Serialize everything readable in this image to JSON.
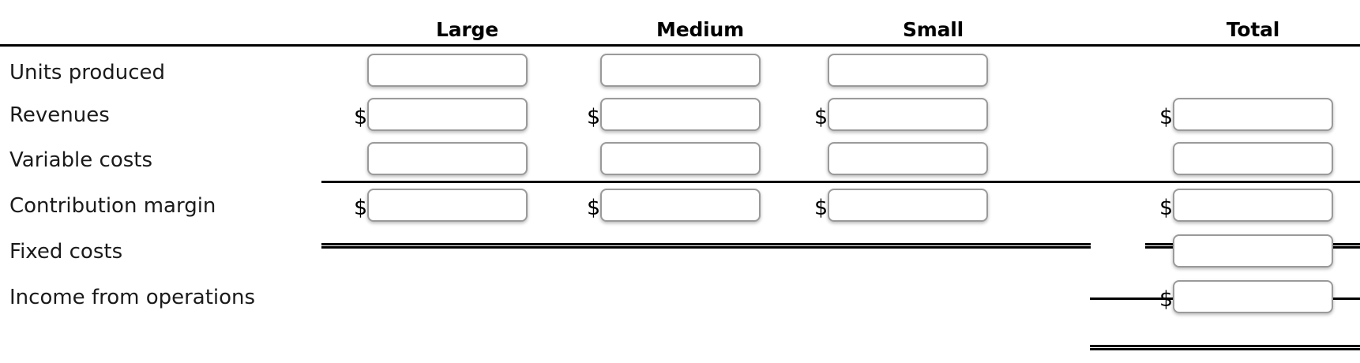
{
  "table": {
    "columns": [
      {
        "key": "large",
        "label": "Large"
      },
      {
        "key": "medium",
        "label": "Medium"
      },
      {
        "key": "small",
        "label": "Small"
      },
      {
        "key": "total",
        "label": "Total"
      }
    ],
    "rows": [
      {
        "key": "units_produced",
        "label": "Units produced",
        "cells": {
          "large": "",
          "medium": "",
          "small": ""
        },
        "currency": false
      },
      {
        "key": "revenues",
        "label": "Revenues",
        "cells": {
          "large": "",
          "medium": "",
          "small": "",
          "total": ""
        },
        "currency": true,
        "currency_symbol": "$"
      },
      {
        "key": "variable_costs",
        "label": "Variable costs",
        "cells": {
          "large": "",
          "medium": "",
          "small": "",
          "total": ""
        },
        "currency": false
      },
      {
        "key": "contribution_margin",
        "label": "Contribution margin",
        "cells": {
          "large": "",
          "medium": "",
          "small": "",
          "total": ""
        },
        "currency": true,
        "currency_symbol": "$"
      },
      {
        "key": "fixed_costs",
        "label": "Fixed costs",
        "cells": {
          "total": ""
        },
        "currency": false
      },
      {
        "key": "income_from_operations",
        "label": "Income from operations",
        "cells": {
          "total": ""
        },
        "currency": true,
        "currency_symbol": "$"
      }
    ],
    "currency_symbol": "$"
  },
  "colors": {
    "rule": "#000000",
    "cell_border": "#9a9a9a",
    "background": "#ffffff",
    "text": "#000000"
  }
}
